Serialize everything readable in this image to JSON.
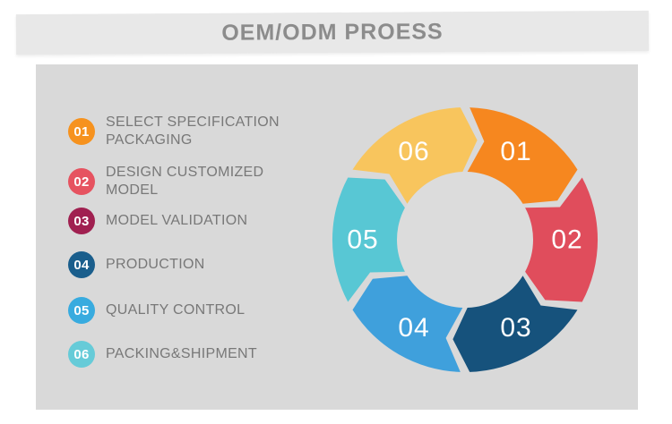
{
  "header": {
    "title": "OEM/ODM PROESS"
  },
  "process": {
    "direction": "clockwise",
    "steps": [
      {
        "number": "01",
        "label": "SELECT SPECIFICATION PACKAGING",
        "badge_color": "#F6921E",
        "wheel_color": "#F6871F"
      },
      {
        "number": "02",
        "label": "DESIGN CUSTOMIZED MODEL",
        "badge_color": "#E65360",
        "wheel_color": "#E04D5C"
      },
      {
        "number": "03",
        "label": "MODEL VALIDATION",
        "badge_color": "#A02050",
        "wheel_color": "#16527C"
      },
      {
        "number": "04",
        "label": "PRODUCTION",
        "badge_color": "#1A5E8C",
        "wheel_color": "#3FA0DC"
      },
      {
        "number": "05",
        "label": "QUALITY CONTROL",
        "badge_color": "#38ABDF",
        "wheel_color": "#58C7D4"
      },
      {
        "number": "06",
        "label": "PACKING&SHIPMENT",
        "badge_color": "#66CBD8",
        "wheel_color": "#F8C55D"
      }
    ]
  },
  "colors": {
    "banner_background": "#e8e8e8",
    "panel_background": "#d9d9d9",
    "title_text": "#8c8c8c",
    "legend_text": "#787878",
    "number_text": "#ffffff"
  }
}
